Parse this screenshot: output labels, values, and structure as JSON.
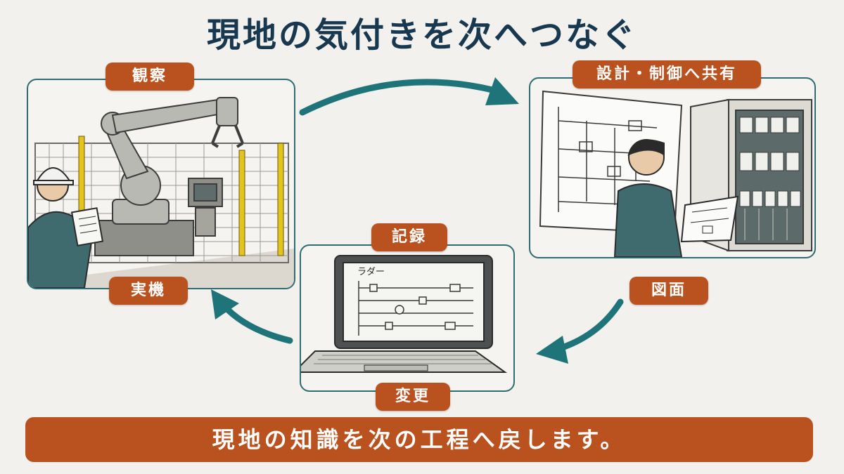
{
  "title": "現地の気付きを次へつなぐ",
  "panels": {
    "observe": {
      "label": "観察",
      "sublabel": "実機"
    },
    "share": {
      "label": "設計・制御へ共有",
      "sublabel": "図面"
    },
    "record": {
      "label": "記録",
      "sublabel": "変更",
      "screen_text": "ラダー"
    }
  },
  "banner": "現地の知識を次の工程へ戻します。",
  "colors": {
    "accent": "#b9521f",
    "title": "#17384f",
    "arrow": "#1f7479",
    "panel_border": "#2f6b72",
    "background": "#f3f1ed"
  },
  "icons": [
    "robot-arm-icon",
    "worker-icon",
    "control-panel-icon",
    "laptop-icon",
    "cycle-arrow-icon"
  ]
}
